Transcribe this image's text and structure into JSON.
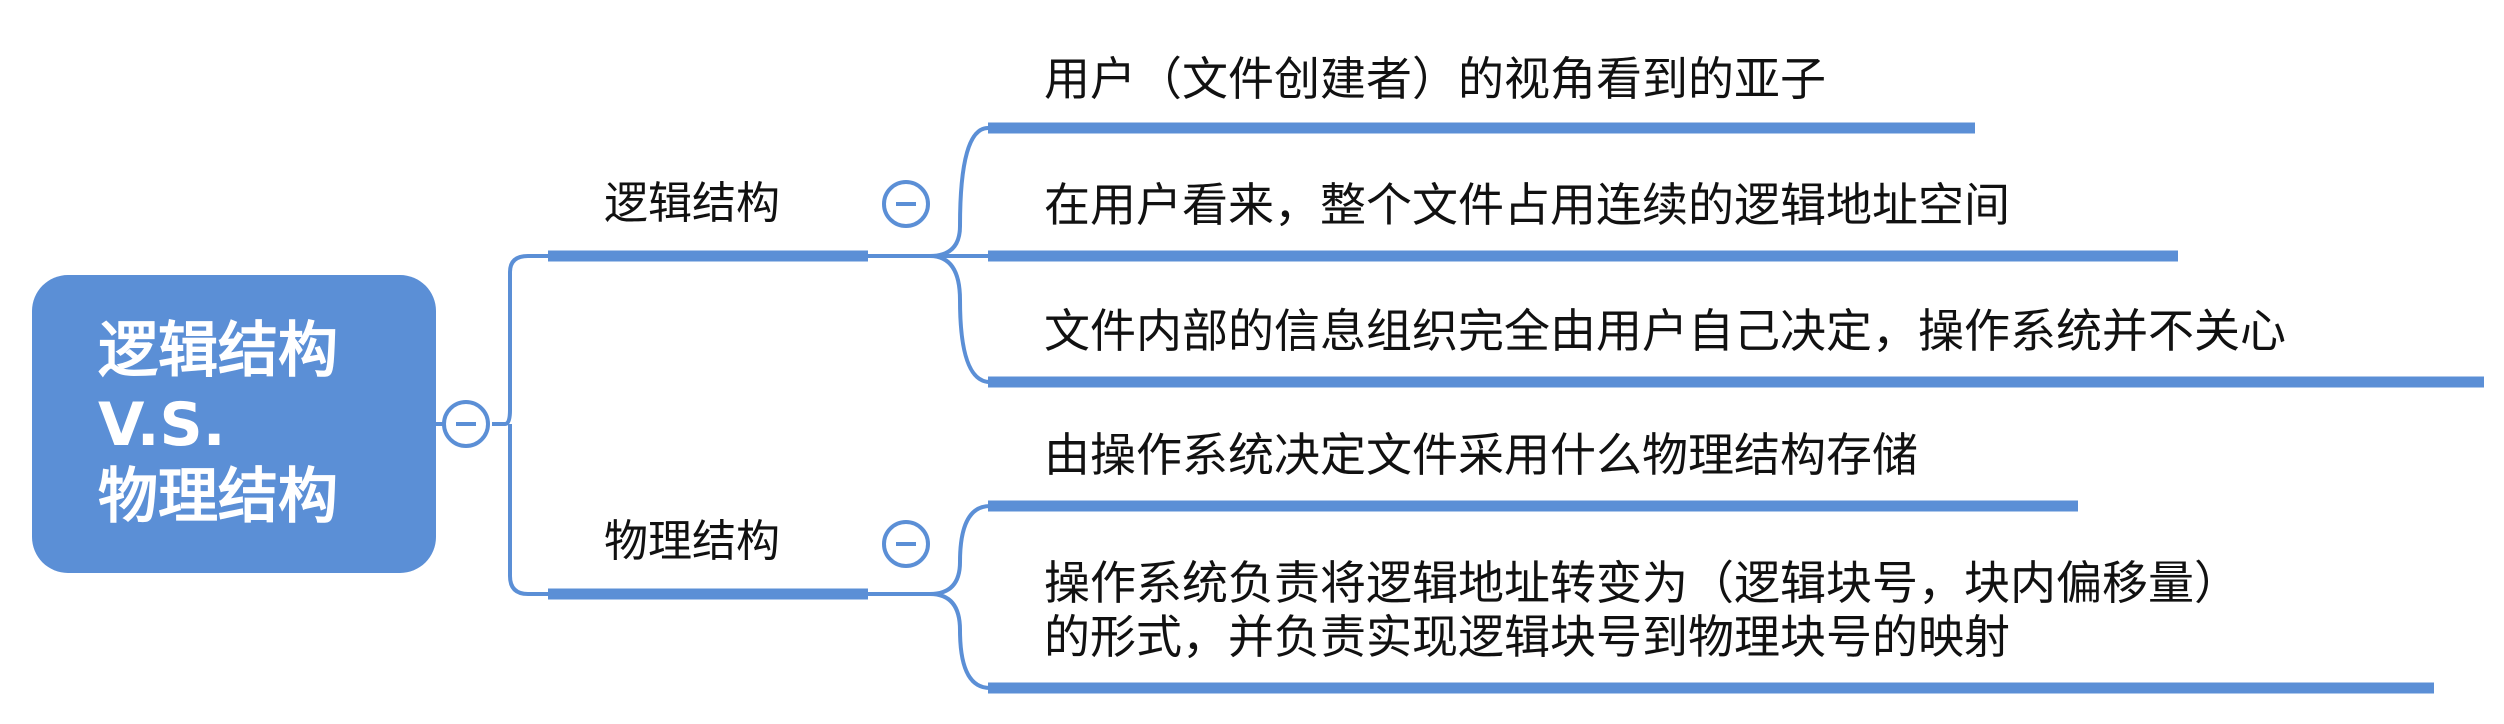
{
  "root": {
    "lines": [
      "逻辑结构",
      "V.S.",
      "物理结构"
    ],
    "color": "#5b8fd6"
  },
  "branches": [
    {
      "label": "逻辑结构",
      "collapse_icon": "minus-circle-icon",
      "children": [
        "用户（文件创建者）的视角看到的亚子",
        "在用户看来，整个文件占用连续的逻辑地址空间",
        "文件内部的信息组织完全由用户自己决定，操作系统并不关心"
      ]
    },
    {
      "label": "物理结构",
      "collapse_icon": "minus-circle-icon",
      "children": [
        "由操作系统决定文件采用什么物理结构存储",
        "操作系统负责将逻辑地址转变为（逻辑块号，块内偏移量）\n的形式，并负责实现逻辑块号到物理块号的映射"
      ]
    }
  ],
  "root_collapse_icon": "minus-circle-icon",
  "line_color": "#5b8fd6"
}
